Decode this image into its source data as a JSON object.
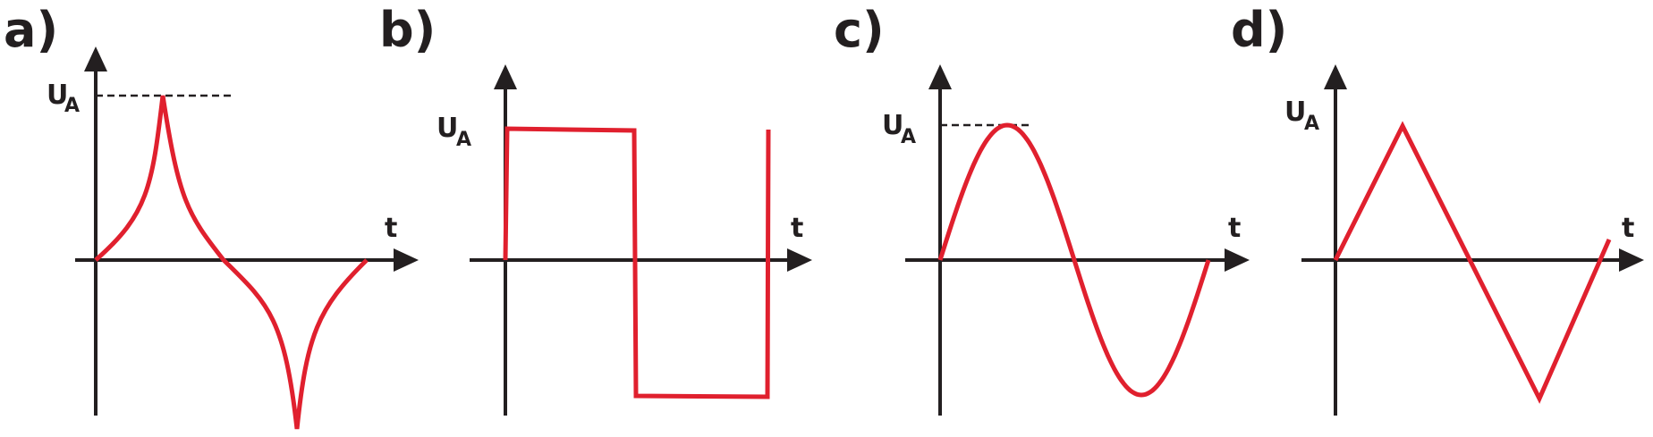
{
  "colors": {
    "axis": "#231f20",
    "waveform": "#e0202e"
  },
  "panels": [
    {
      "label": "a)",
      "y_axis": {
        "main": "U",
        "sub": "A"
      },
      "x_axis": "t",
      "waveform": "spike",
      "reference": "dashed"
    },
    {
      "label": "b)",
      "y_axis": {
        "main": "U",
        "sub": "A"
      },
      "x_axis": "t",
      "waveform": "rectangle",
      "reference": "none"
    },
    {
      "label": "c)",
      "y_axis": {
        "main": "U",
        "sub": "A"
      },
      "x_axis": "t",
      "waveform": "sine",
      "reference": "dashed"
    },
    {
      "label": "d)",
      "y_axis": {
        "main": "U",
        "sub": "A"
      },
      "x_axis": "t",
      "waveform": "triangle",
      "reference": "none"
    }
  ]
}
